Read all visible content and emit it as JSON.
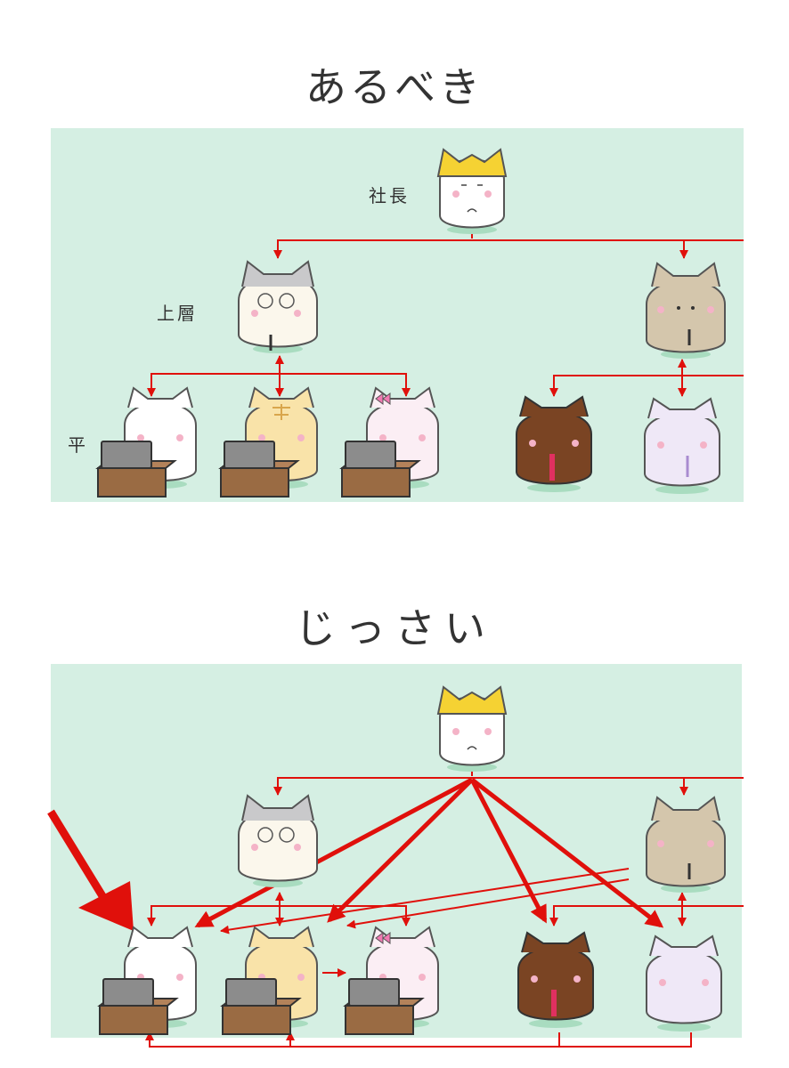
{
  "titles": {
    "ideal": "あるべき",
    "actual": "じっさい"
  },
  "levels": {
    "president": "社長",
    "upper": "上層",
    "staff": "平"
  },
  "colors": {
    "background": "#ffffff",
    "panel": "#d5efe3",
    "arrow": "#e0100b"
  }
}
